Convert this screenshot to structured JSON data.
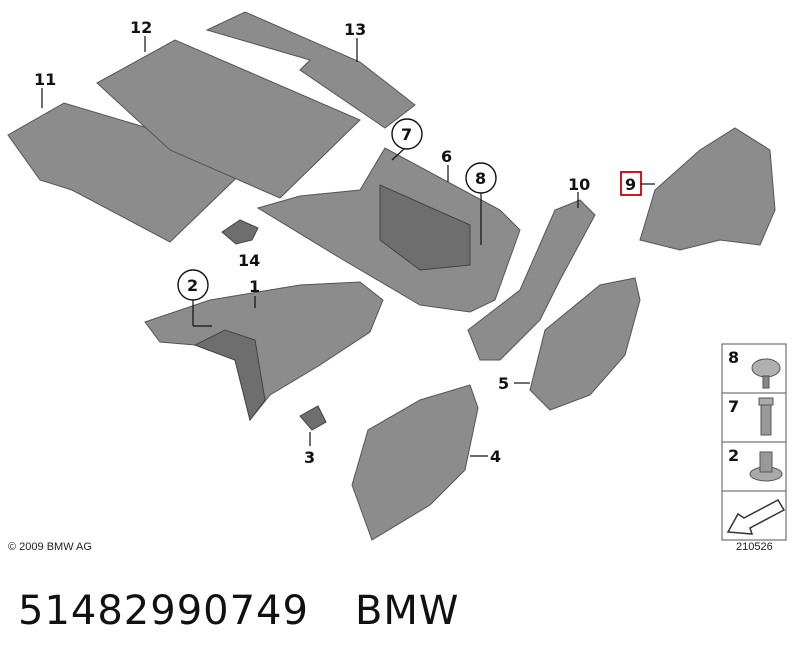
{
  "callouts": {
    "c1": "1",
    "c2": "2",
    "c3": "3",
    "c4": "4",
    "c5": "5",
    "c6": "6",
    "c7": "7",
    "c8": "8",
    "c9": "9",
    "c10": "10",
    "c11": "11",
    "c12": "12",
    "c13": "13",
    "c14": "14"
  },
  "legend": {
    "items": [
      {
        "number": "8"
      },
      {
        "number": "7"
      },
      {
        "number": "2"
      }
    ]
  },
  "copyright": "© 2009 BMW AG",
  "drawing_number": "210526",
  "footer": {
    "part_number": "51482990749",
    "brand": "BMW"
  },
  "colors": {
    "part_fill": "#8c8c8c",
    "highlight_box": "#cc0000"
  }
}
